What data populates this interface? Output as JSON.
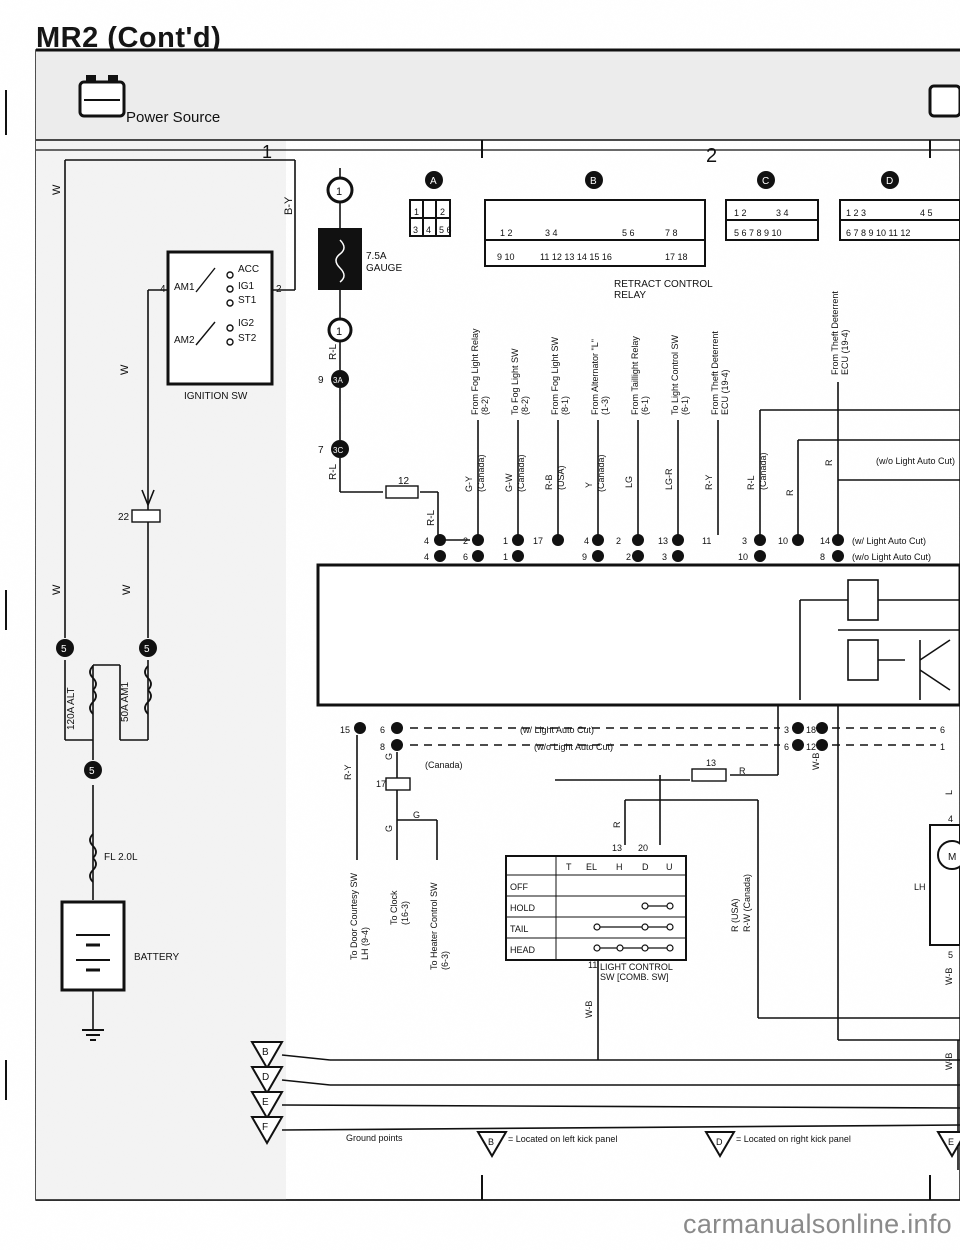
{
  "page": {
    "title": "MR2 (Cont'd)",
    "watermark": "carmanualsonline.info"
  },
  "header": {
    "power_source": "Power Source",
    "section_1": "1",
    "section_2": "2"
  },
  "connectors": {
    "a": "A",
    "b": "B",
    "c": "C",
    "d": "D"
  },
  "relay": {
    "line1": "RETRACT CONTROL",
    "line2": "RELAY"
  },
  "fuse": {
    "amp": "7.5A",
    "name": "GAUGE"
  },
  "ignition": {
    "title": "IGNITION SW",
    "acc": "ACC",
    "ig1": "IG1",
    "st1": "ST1",
    "ig2": "IG2",
    "st2": "ST2",
    "am1": "AM1",
    "am2": "AM2"
  },
  "left": {
    "alt": "120A ALT",
    "am1_fuse": "50A AM1",
    "fl": "FL 2.0L",
    "battery": "BATTERY"
  },
  "wires": {
    "w": "W",
    "by": "B-Y",
    "rl": "R-L",
    "gy": "G-Y",
    "gw": "G-W",
    "rb": "R-B",
    "y": "Y",
    "lg": "LG",
    "lgr": "LG-R",
    "ry": "R-Y",
    "r": "R",
    "g": "G",
    "wb": "W-B",
    "l": "L",
    "canada": "(Canada)",
    "usa": "(USA)"
  },
  "signals": {
    "fog_relay": "From Fog Light Relay",
    "fog_relay_ref": "(8-2)",
    "to_fog_sw": "To Fog Light SW",
    "to_fog_sw_ref": "(8-2)",
    "from_fog_sw": "From Fog Light SW",
    "from_fog_sw_ref": "(8-1)",
    "alt": "From Alternator \"L\"",
    "alt_ref": "(1-3)",
    "taillight": "From Taillight Relay",
    "taillight_ref": "(6-1)",
    "light_ctrl": "To Light Control SW",
    "light_ctrl_ref": "(6-1)",
    "theft": "From Theft Deterrent",
    "theft_ecu": "ECU (19-4)",
    "theft_right": "From Theft Deterrent",
    "theft_right_ecu": "ECU (19-4)"
  },
  "notes": {
    "wo_auto": "(w/o Light Auto Cut)",
    "w_auto": "(w/ Light Auto Cut)",
    "canada": "(Canada)",
    "lh": "LH",
    "usa_note": "R (USA)",
    "canada_note": "R-W (Canada)"
  },
  "bottom": {
    "door": "To Door Courtesy SW",
    "door_ref": "LH (9-4)",
    "clock": "To Clock",
    "clock_ref": "(16-3)",
    "heater": "To Heater Control SW",
    "heater_ref": "(6-3)"
  },
  "combination_switch": {
    "columns": [
      "T",
      "EL",
      "H",
      "D",
      "U"
    ],
    "rows": [
      "OFF",
      "HOLD",
      "TAIL",
      "HEAD"
    ],
    "label_line1": "LIGHT CONTROL",
    "label_line2": "SW [COMB. SW]"
  },
  "ground": {
    "title": "Ground points",
    "points": [
      "B",
      "D",
      "E",
      "F"
    ],
    "note_b": "= Located on left kick panel",
    "note_d": "= Located on right kick panel",
    "edge": "E"
  }
}
